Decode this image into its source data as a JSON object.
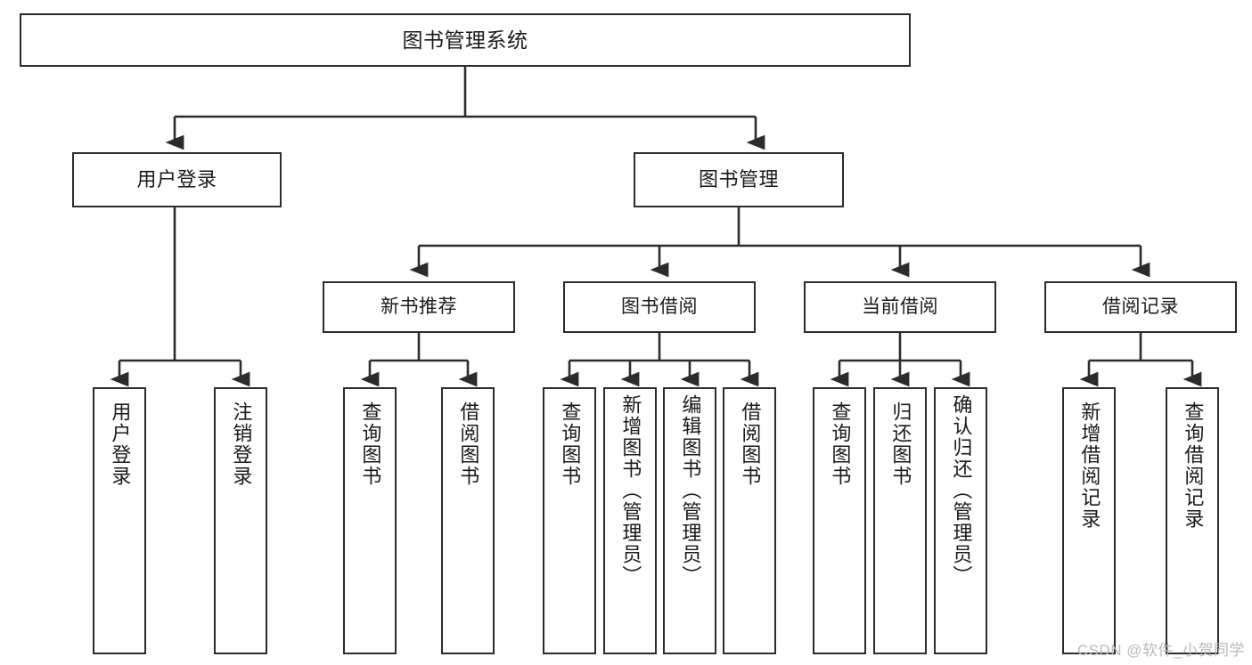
{
  "diagram": {
    "title": "图书管理系统",
    "type": "tree-hierarchy-chart",
    "colors": {
      "box_border": "#2b2b2b",
      "box_fill": "#ffffff",
      "edge": "#2b2b2b",
      "text": "#1a1a1a",
      "watermark": "#b9b9b9"
    },
    "root": {
      "id": "root",
      "label": "图书管理系统"
    },
    "level2": [
      {
        "id": "user-login",
        "label": "用户登录"
      },
      {
        "id": "book-management",
        "label": "图书管理"
      }
    ],
    "level3": [
      {
        "id": "new-book-recommend",
        "label": "新书推荐"
      },
      {
        "id": "book-borrow",
        "label": "图书借阅"
      },
      {
        "id": "current-borrow",
        "label": "当前借阅"
      },
      {
        "id": "borrow-record",
        "label": "借阅记录"
      }
    ],
    "leaves": [
      {
        "id": "leaf-user-login",
        "parent": "user-login",
        "label": "用户登录"
      },
      {
        "id": "leaf-logout-login",
        "parent": "user-login",
        "label": "注销登录"
      },
      {
        "id": "leaf-query-book-1",
        "parent": "new-book-recommend",
        "label": "查询图书"
      },
      {
        "id": "leaf-borrow-book-1",
        "parent": "new-book-recommend",
        "label": "借阅图书"
      },
      {
        "id": "leaf-query-book-2",
        "parent": "book-borrow",
        "label": "查询图书"
      },
      {
        "id": "leaf-add-book",
        "parent": "book-borrow",
        "label": "新增图书（管理员）"
      },
      {
        "id": "leaf-edit-book",
        "parent": "book-borrow",
        "label": "编辑图书（管理员）"
      },
      {
        "id": "leaf-borrow-book-2",
        "parent": "book-borrow",
        "label": "借阅图书"
      },
      {
        "id": "leaf-query-book-3",
        "parent": "current-borrow",
        "label": "查询图书"
      },
      {
        "id": "leaf-return-book",
        "parent": "current-borrow",
        "label": "归还图书"
      },
      {
        "id": "leaf-confirm-return",
        "parent": "current-borrow",
        "label": "确认归还（管理员）"
      },
      {
        "id": "leaf-add-record",
        "parent": "borrow-record",
        "label": "新增借阅记录"
      },
      {
        "id": "leaf-query-record",
        "parent": "borrow-record",
        "label": "查询借阅记录"
      }
    ]
  },
  "watermark": {
    "text": "CSDN @软件_小贺同学"
  }
}
